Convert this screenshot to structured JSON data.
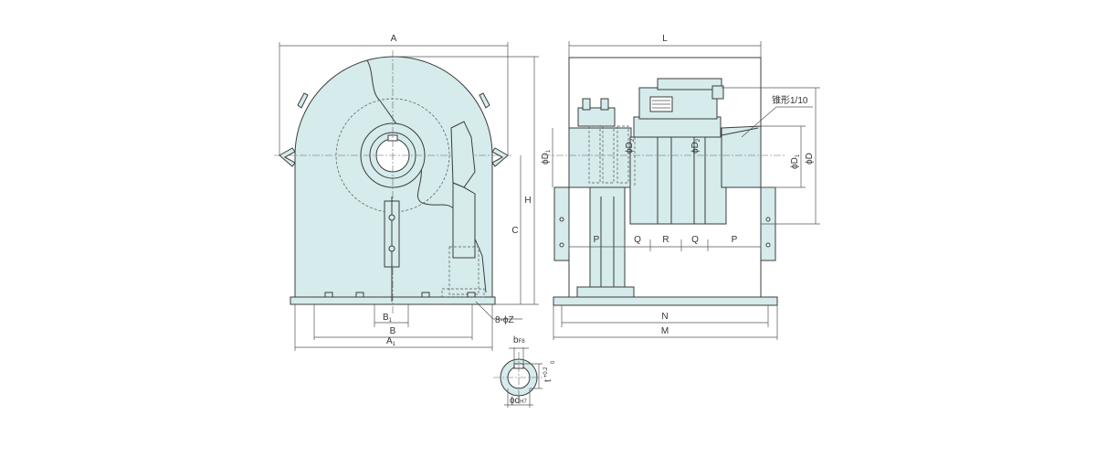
{
  "colors": {
    "fill": "#d5ebec",
    "fill_dark": "#bcd9da",
    "line": "#3c3c3c",
    "dim_line": "#555555"
  },
  "labels": {
    "A": "A",
    "H": "H",
    "C": "C",
    "B1": "B",
    "B1_sub": "1",
    "B": "B",
    "A1": "A",
    "A1_sub": "1",
    "Z": "8-ϕZ",
    "L": "L",
    "taper": "锥形1/10",
    "D1_left": "ϕD",
    "D1_left_sub": "1",
    "D2_left": "ϕD",
    "D2_left_sub": "2",
    "D2_right": "ϕD",
    "D2_right_sub": "2",
    "D1_right": "ϕD",
    "D1_right_sub": "1",
    "D": "ϕD",
    "P_left": "P",
    "Q_left": "Q",
    "R": "R",
    "Q_right": "Q",
    "P_right": "P",
    "N": "N",
    "M": "M",
    "b": "b",
    "b_sub": "F8",
    "t": "t",
    "t_sub": "+0.2",
    "t_sub2": "0",
    "d": "ϕd",
    "d_sub": "H7"
  }
}
